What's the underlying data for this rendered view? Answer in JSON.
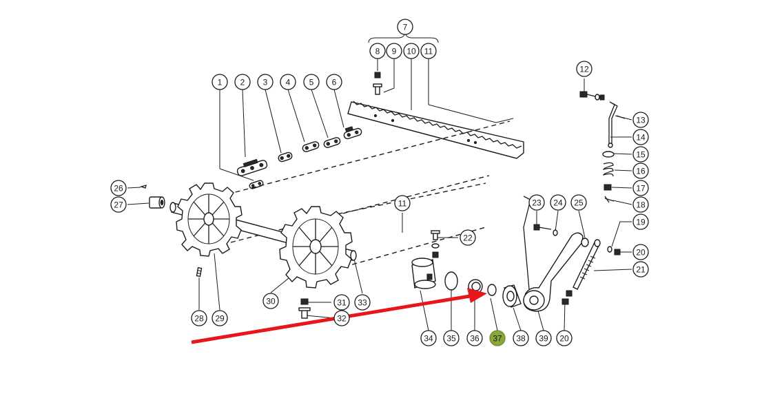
{
  "diagram": {
    "highlight_color": "#8aa83a",
    "arrow_color": "#e8161b",
    "highlighted_part": "37",
    "callouts": [
      {
        "id": "1",
        "label": "1"
      },
      {
        "id": "2",
        "label": "2"
      },
      {
        "id": "3",
        "label": "3"
      },
      {
        "id": "4",
        "label": "4"
      },
      {
        "id": "5",
        "label": "5"
      },
      {
        "id": "6",
        "label": "6"
      },
      {
        "id": "7",
        "label": "7"
      },
      {
        "id": "8",
        "label": "8"
      },
      {
        "id": "9",
        "label": "9"
      },
      {
        "id": "10",
        "label": "10"
      },
      {
        "id": "11a",
        "label": "11"
      },
      {
        "id": "11b",
        "label": "11"
      },
      {
        "id": "12",
        "label": "12"
      },
      {
        "id": "13",
        "label": "13"
      },
      {
        "id": "14",
        "label": "14"
      },
      {
        "id": "15",
        "label": "15"
      },
      {
        "id": "16",
        "label": "16"
      },
      {
        "id": "17",
        "label": "17"
      },
      {
        "id": "18",
        "label": "18"
      },
      {
        "id": "19",
        "label": "19"
      },
      {
        "id": "20a",
        "label": "20"
      },
      {
        "id": "20b",
        "label": "20"
      },
      {
        "id": "21",
        "label": "21"
      },
      {
        "id": "22",
        "label": "22"
      },
      {
        "id": "23",
        "label": "23"
      },
      {
        "id": "24",
        "label": "24"
      },
      {
        "id": "25",
        "label": "25"
      },
      {
        "id": "26",
        "label": "26"
      },
      {
        "id": "27",
        "label": "27"
      },
      {
        "id": "28",
        "label": "28"
      },
      {
        "id": "29",
        "label": "29"
      },
      {
        "id": "30",
        "label": "30"
      },
      {
        "id": "31",
        "label": "31"
      },
      {
        "id": "32",
        "label": "32"
      },
      {
        "id": "33",
        "label": "33"
      },
      {
        "id": "34",
        "label": "34"
      },
      {
        "id": "35",
        "label": "35"
      },
      {
        "id": "36",
        "label": "36"
      },
      {
        "id": "37",
        "label": "37"
      },
      {
        "id": "38",
        "label": "38"
      },
      {
        "id": "39",
        "label": "39"
      }
    ]
  }
}
